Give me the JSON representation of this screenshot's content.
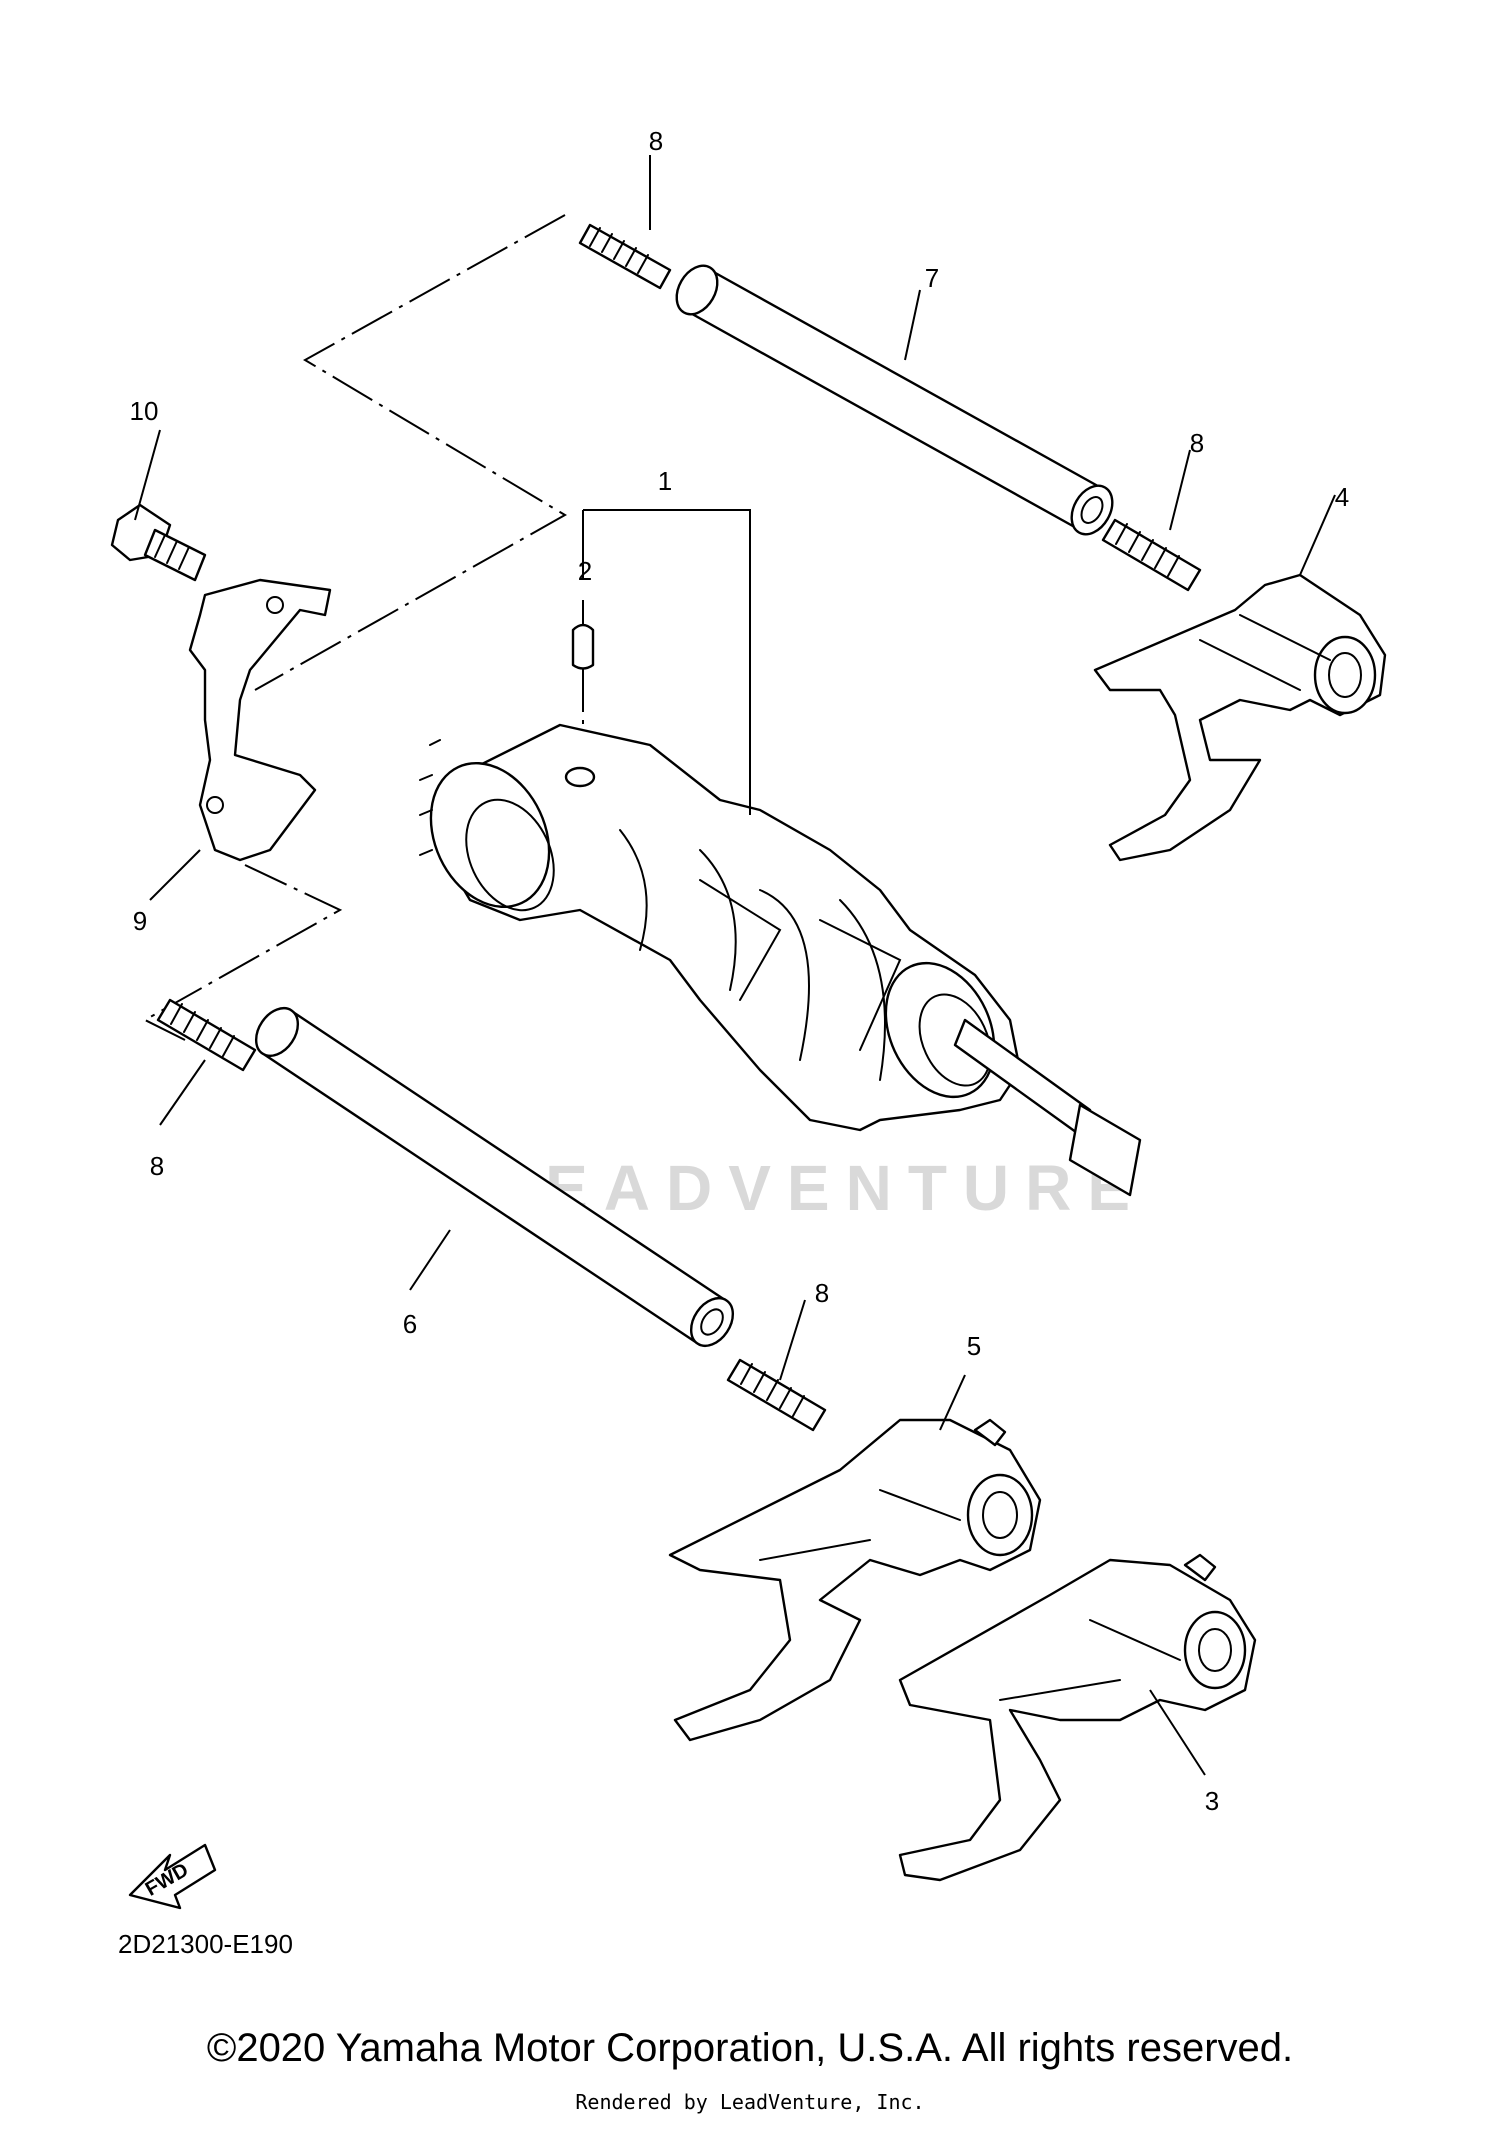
{
  "callouts": {
    "c1": "1",
    "c2": "2",
    "c3": "3",
    "c4": "4",
    "c5": "5",
    "c6": "6",
    "c7": "7",
    "c8a": "8",
    "c8b": "8",
    "c8c": "8",
    "c8d": "8",
    "c9": "9",
    "c10": "10"
  },
  "fwd_label": "FWD",
  "diagram_code": "2D21300-E190",
  "watermark": "LEADVENTURE",
  "copyright": "©2020 Yamaha Motor Corporation, U.S.A. All rights reserved.",
  "rendered_by": "Rendered by LeadVenture, Inc.",
  "colors": {
    "line": "#000000",
    "watermark": "#d9d9d9",
    "background": "#ffffff"
  }
}
